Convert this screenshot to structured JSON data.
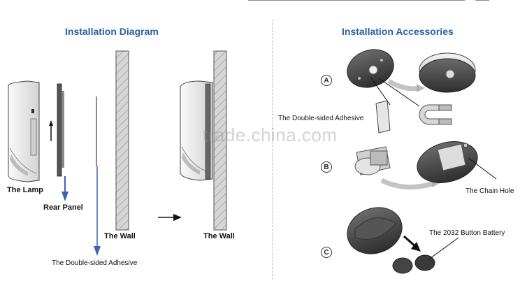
{
  "left_title": "Installation Diagram",
  "right_title": "Installation Accessories",
  "labels": {
    "lamp": "The Lamp",
    "rear_panel": "Rear Panel",
    "wall_1": "The Wall",
    "wall_2": "The Wall",
    "adhesive_bottom": "The Double-sided Adhesive",
    "adhesive_right": "The Double-sided Adhesive",
    "chain_hole": "The Chain Hole",
    "battery": "The 2032 Button Battery"
  },
  "steps": [
    "A",
    "B",
    "C"
  ],
  "watermark": "trade.china.com",
  "colors": {
    "title": "#2c5ea8",
    "arrow": "#3a63b5",
    "wall_fill": "#cfcfcf",
    "divider": "#bdbdbd"
  }
}
